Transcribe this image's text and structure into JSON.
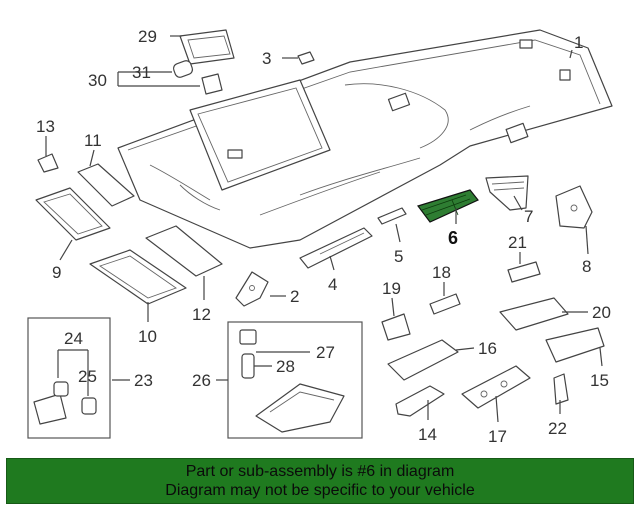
{
  "callouts": {
    "c1": "1",
    "c2": "2",
    "c3": "3",
    "c4": "4",
    "c5": "5",
    "c6": "6",
    "c7": "7",
    "c8": "8",
    "c9": "9",
    "c10": "10",
    "c11": "11",
    "c12": "12",
    "c13": "13",
    "c14": "14",
    "c15": "15",
    "c16": "16",
    "c17": "17",
    "c18": "18",
    "c19": "19",
    "c20": "20",
    "c21": "21",
    "c22": "22",
    "c23": "23",
    "c24": "24",
    "c25": "25",
    "c26": "26",
    "c27": "27",
    "c28": "28",
    "c29": "29",
    "c30": "30",
    "c31": "31"
  },
  "highlighted_part": "6",
  "banner": {
    "line1": "Part or sub-assembly is #6 in diagram",
    "line2": "Diagram may not be specific to your vehicle"
  },
  "colors": {
    "banner_background": "#1f7a1f",
    "highlight_fill": "#2e7d32",
    "line": "#444444"
  }
}
